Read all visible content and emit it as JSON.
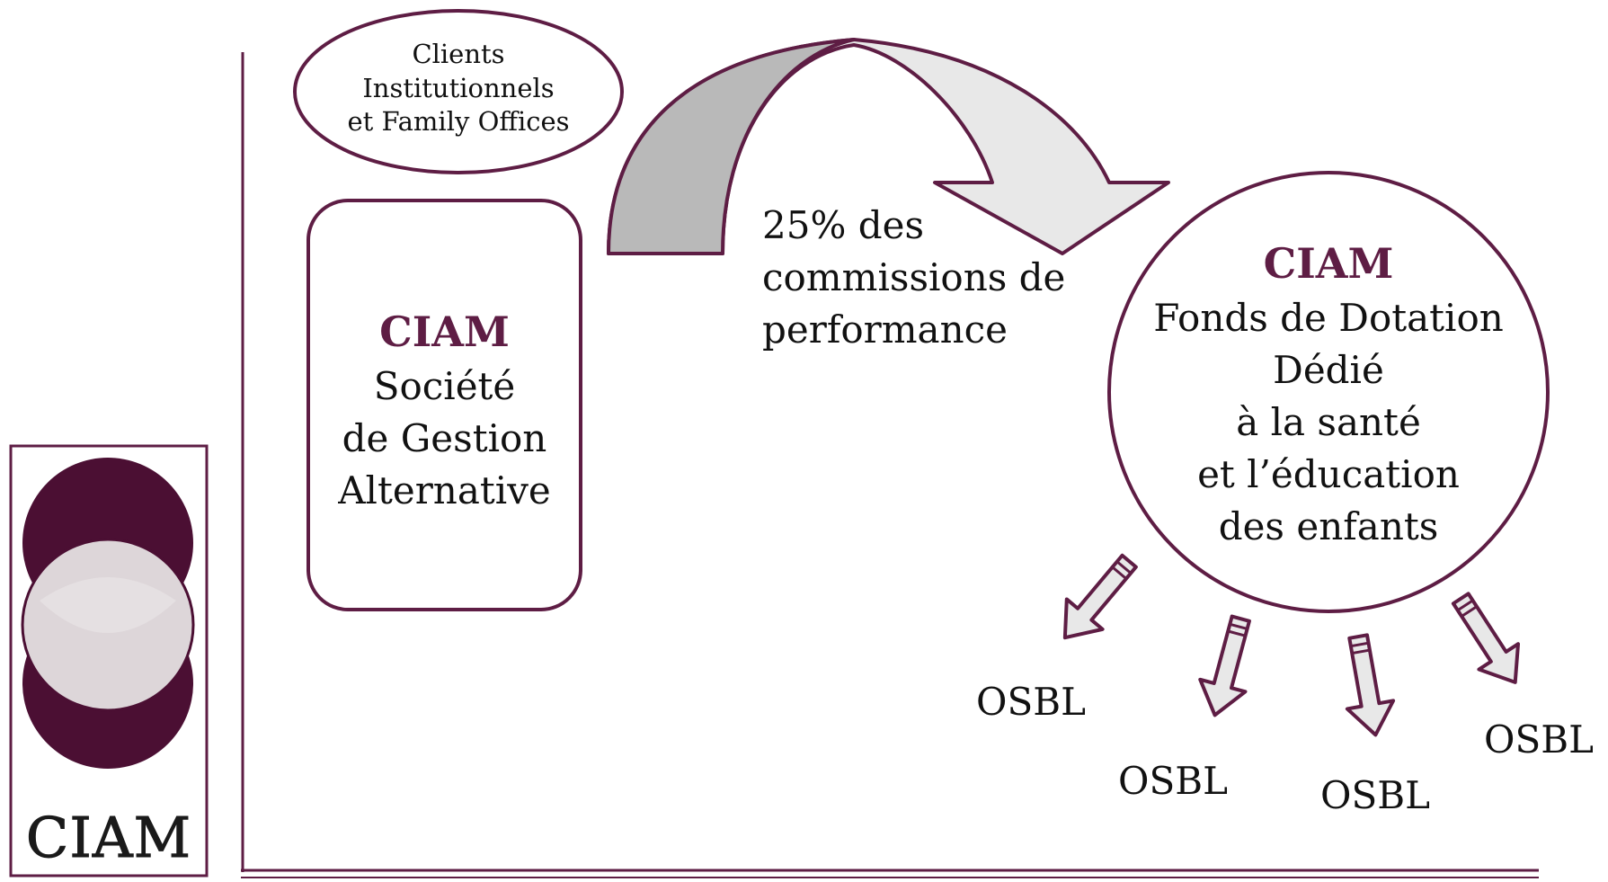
{
  "logo": {
    "text": "CIAM"
  },
  "clients": {
    "line1": "Clients",
    "line2": "Institutionnels",
    "line3": "et Family Offices"
  },
  "gestion": {
    "title": "CIAM",
    "line1": "Société",
    "line2": "de Gestion",
    "line3": "Alternative"
  },
  "flow": {
    "line1": "25% des",
    "line2": "commissions de",
    "line3": "performance"
  },
  "fonds": {
    "title": "CIAM",
    "line1": "Fonds de Dotation",
    "line2": "Dédié",
    "line3": "à la santé",
    "line4": "et l’éducation",
    "line5": "des enfants"
  },
  "osbl": [
    "OSBL",
    "OSBL",
    "OSBL",
    "OSBL"
  ],
  "colors": {
    "brand": "#5e1d44",
    "dark_circle": "#4b0f33",
    "arrow_dark": "#b9b9b9",
    "arrow_light": "#e8e8e8"
  }
}
